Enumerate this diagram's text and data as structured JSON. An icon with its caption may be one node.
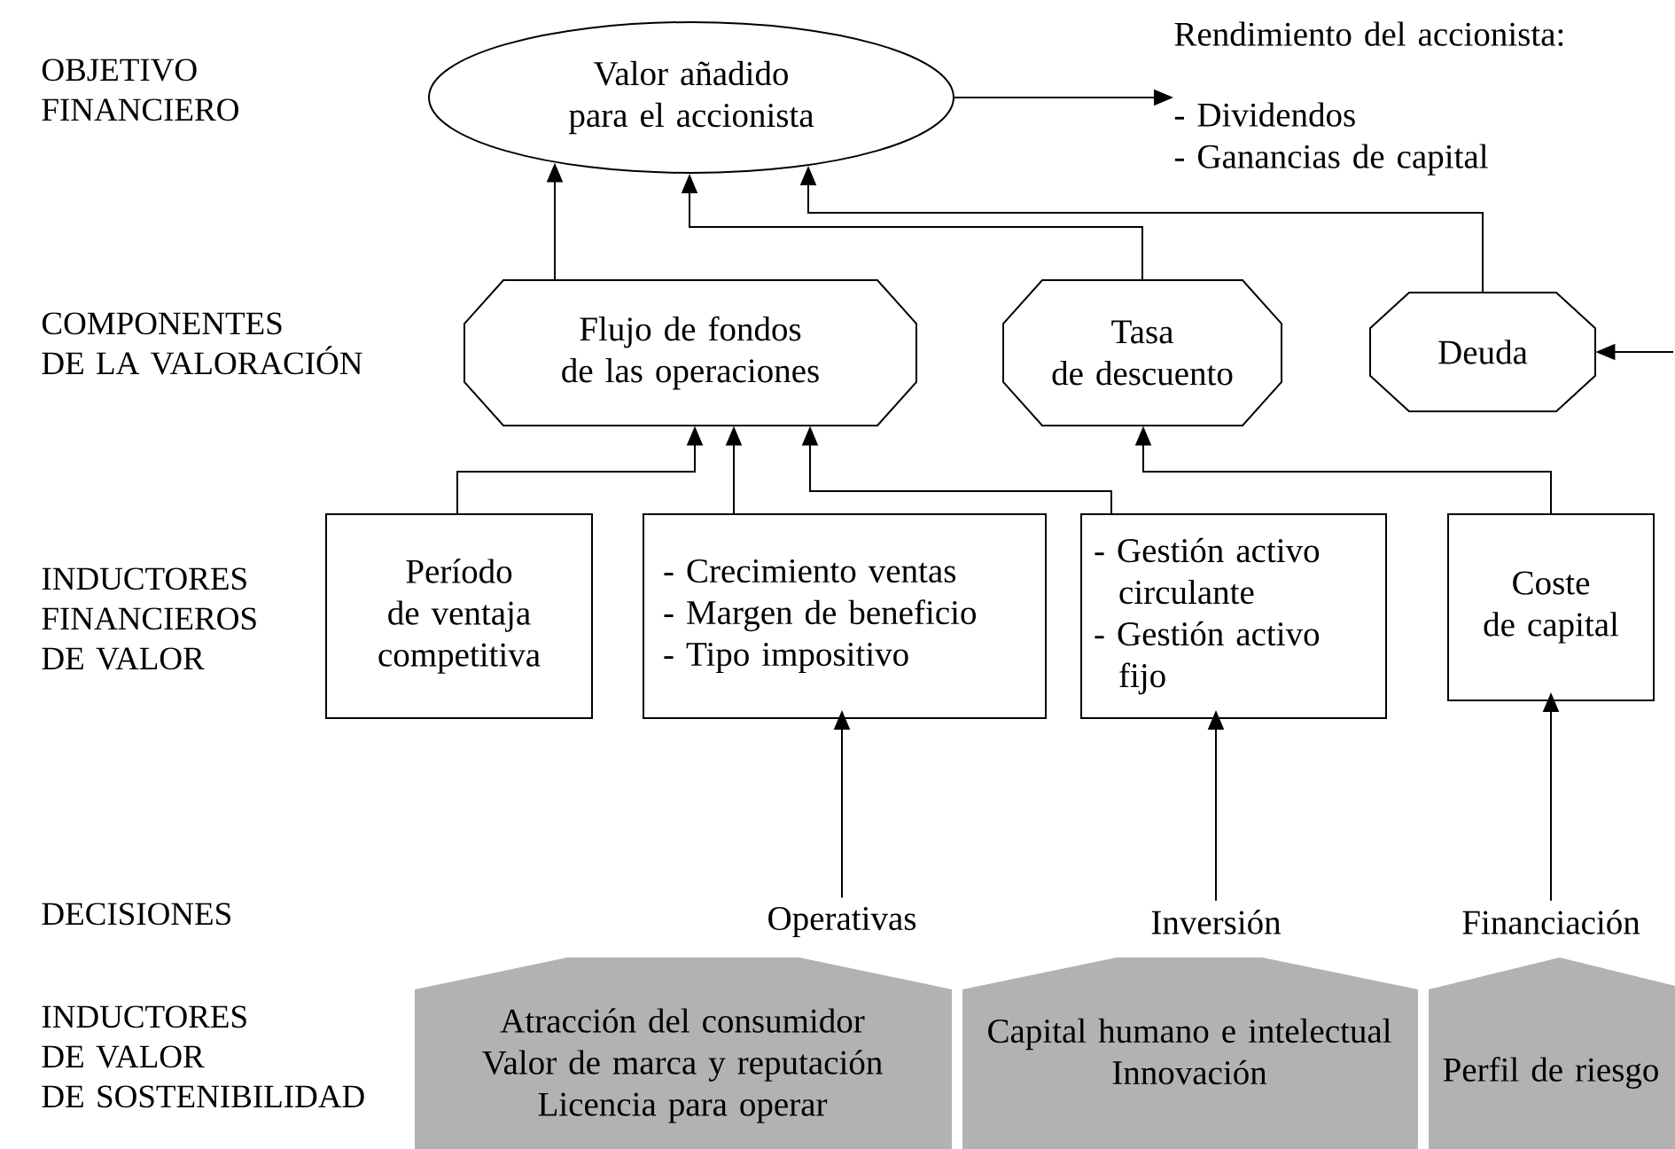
{
  "diagram": {
    "nodes": [
      {
        "text": [
          "Valor añadido para el accionista"
        ]
      },
      {
        "text": [
          "Rendimiento del accionista:",
          "- Dividendos",
          "- Ganancias de capital"
        ]
      },
      {
        "text": [
          "Flujo de fondos de las operaciones"
        ]
      },
      {
        "text": [
          "Tasa de descuento"
        ]
      },
      {
        "text": [
          "Deuda"
        ]
      },
      {
        "text": [
          "Período de ventaja competitiva"
        ]
      },
      {
        "text": [
          "- Crecimiento ventas",
          "- Margen de beneficio",
          "- Tipo impositivo"
        ]
      },
      {
        "text": [
          "- Gestión activo circulante",
          "- Gestión activo fijo"
        ]
      },
      {
        "text": [
          "Coste de capital"
        ]
      },
      {
        "text": [
          "Operativas"
        ]
      },
      {
        "text": [
          "Inversión"
        ]
      },
      {
        "text": [
          "Financiación"
        ]
      },
      {
        "text": [
          "Atracción del consumidor",
          "Valor de marca y reputación",
          "Licencia para operar"
        ]
      },
      {
        "text": [
          "Capital humano e intelectual",
          "Innovación"
        ]
      },
      {
        "text": [
          "Perfil de riesgo"
        ]
      }
    ],
    "edges": [
      {
        "from": 0,
        "to": 1,
        "arrow": "to"
      },
      {
        "from": null,
        "to": 4,
        "arrow": "to"
      },
      {
        "from": 2,
        "to": 0,
        "arrow": "to"
      },
      {
        "from": 3,
        "to": 0,
        "arrow": "to"
      },
      {
        "from": 4,
        "to": 0,
        "arrow": "to"
      },
      {
        "from": 5,
        "to": 2,
        "arrow": "to"
      },
      {
        "from": 6,
        "to": 2,
        "arrow": "to"
      },
      {
        "from": 7,
        "to": 2,
        "arrow": "to"
      },
      {
        "from": 8,
        "to": 3,
        "arrow": "to"
      },
      {
        "from": 9,
        "to": 6,
        "arrow": "to"
      },
      {
        "from": 10,
        "to": 7,
        "arrow": "to"
      },
      {
        "from": 11,
        "to": 8,
        "arrow": "to"
      }
    ],
    "labels": [
      "OBJETIVO FINANCIERO",
      "COMPONENTES DE LA VALORACIÓN",
      "INDUCTORES FINANCIEROS DE VALOR",
      "DECISIONES",
      "INDUCTORES DE VALOR DE SOSTENIBILIDAD"
    ]
  }
}
